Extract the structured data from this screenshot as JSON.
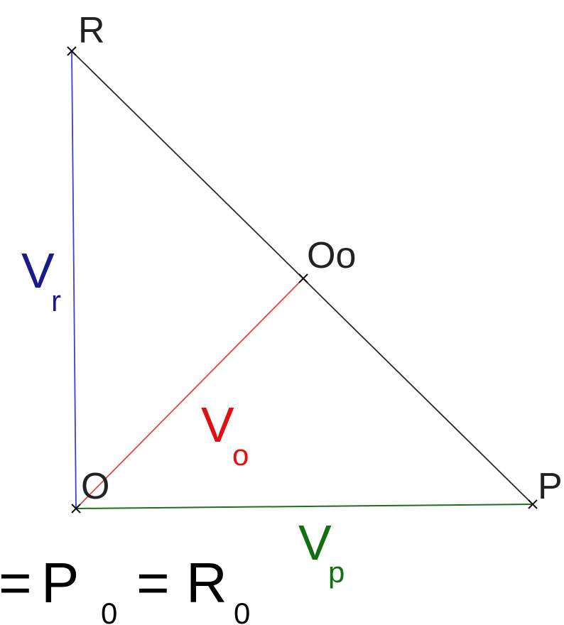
{
  "points": {
    "R": {
      "label": "R"
    },
    "O": {
      "label": "O"
    },
    "P": {
      "label": "P"
    },
    "Oo": {
      "label": "Oo"
    }
  },
  "vectors": {
    "vr": {
      "main": "V",
      "sub": "r",
      "color": "#1a1a8a",
      "line_color": "#3d3de0"
    },
    "vo": {
      "main": "V",
      "sub": "o",
      "color": "#e01010",
      "line_color": "#f04040"
    },
    "vp": {
      "main": "V",
      "sub": "p",
      "color": "#127012",
      "line_color": "#1e6e1e"
    }
  },
  "hypotenuse_color": "#2a2a2a",
  "equation": {
    "eq1": "=",
    "p": "P",
    "p_sub": "0",
    "eq2": "=",
    "r": "R",
    "r_sub": "0"
  }
}
